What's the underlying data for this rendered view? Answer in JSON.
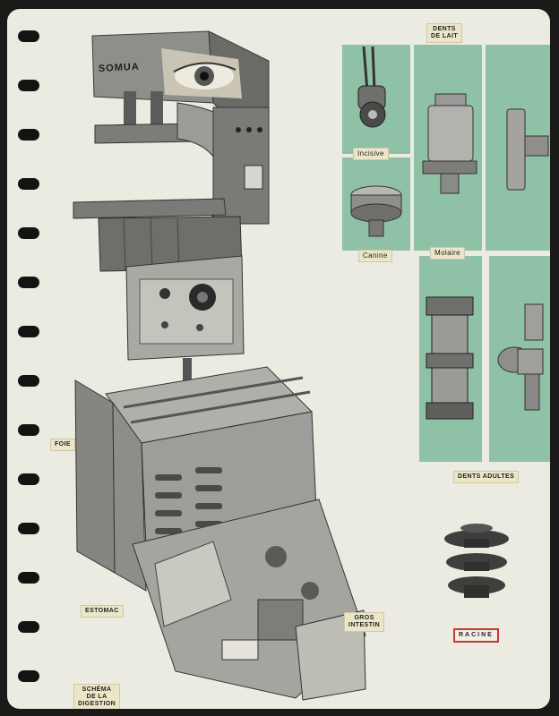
{
  "brand": {
    "machine_label": "SOMUA"
  },
  "labels": {
    "dents_de_lait": [
      "DENTS",
      "DE LAIT"
    ],
    "incisive": "Incisive",
    "canine": "Canine",
    "molaire": "Molaire",
    "dents_adultes": "DENTS ADULTES",
    "racine": "RACINE",
    "foie": "FOIE",
    "estomac": "ESTOMAC",
    "gros_intestin": [
      "GROS",
      "INTESTIN"
    ],
    "schema": [
      "SCHÉMA",
      "DE LA",
      "DIGESTION"
    ]
  },
  "colors": {
    "page": "#ecebe2",
    "panel_green": "#8fc1a6",
    "label_bg": "#ece6c9",
    "racine_border": "#c23a2f"
  }
}
